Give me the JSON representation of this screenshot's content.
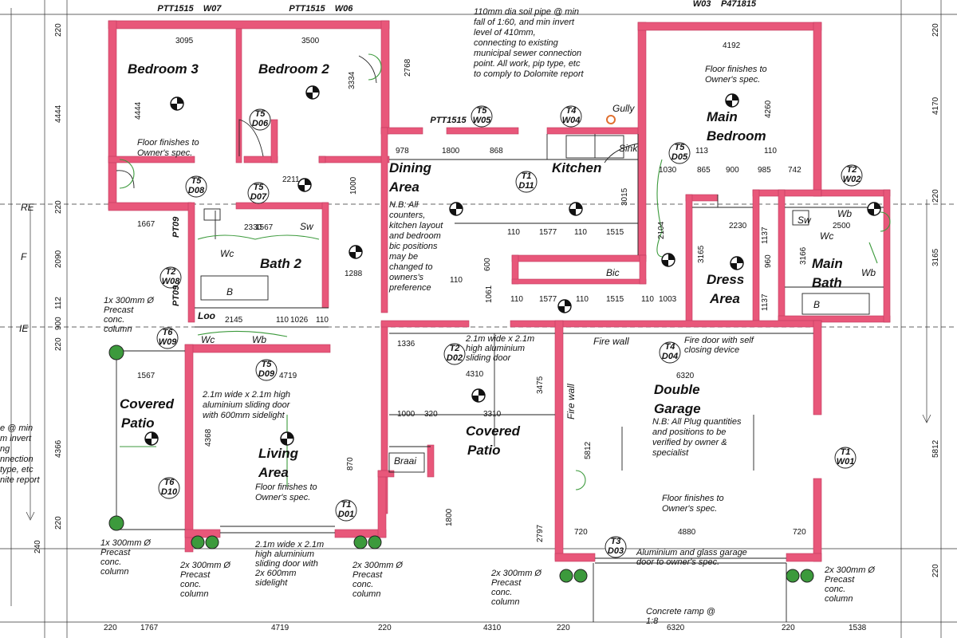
{
  "rooms": {
    "bedroom3": "Bedroom 3",
    "bedroom2": "Bedroom 2",
    "dining1": "Dining",
    "dining2": "Area",
    "kitchen": "Kitchen",
    "mainbed1": "Main",
    "mainbed2": "Bedroom",
    "bath2": "Bath 2",
    "dress1": "Dress",
    "dress2": "Area",
    "mainbath1": "Main",
    "mainbath2": "Bath",
    "covpatioL1": "Covered",
    "covpatioL2": "Patio",
    "living1": "Living",
    "living2": "Area",
    "covpatioC1": "Covered",
    "covpatioC2": "Patio",
    "garage1": "Double",
    "garage2": "Garage"
  },
  "notes": {
    "soil_pipe": [
      "110mm dia soil pipe @ min",
      "fall of 1:60, and min invert",
      "level of 410mm,",
      "connecting to existing",
      "municipal sewer connection",
      "point. All work, pip type, etc",
      "to comply to Dolomite report"
    ],
    "floor_bed3": [
      "Floor finishes to",
      "Owner's spec."
    ],
    "floor_mainbed": [
      "Floor finishes to",
      "Owner's spec."
    ],
    "dining_nb": [
      "N.B: All",
      "counters,",
      "kitchen layout",
      "and bedroom",
      "bic positions",
      "may be",
      "changed to",
      "owners's",
      "preference"
    ],
    "patio_door": [
      "2.1m wide x 2.1m",
      "high aluminium",
      "sliding door"
    ],
    "living_door": [
      "2.1m wide x 2.1m high",
      "aluminium sliding door",
      "with 600mm sidelight"
    ],
    "floor_living": [
      "Floor finishes to",
      "Owner's spec."
    ],
    "fire_door": [
      "Fire door with self",
      "closing device"
    ],
    "garage_nb": [
      "N.B: All Plug quantities",
      "and positions to be",
      "verified by owner &",
      "specialist"
    ],
    "floor_garage": [
      "Floor finishes to",
      "Owner's spec."
    ],
    "garage_door": [
      "Aluminium and glass garage",
      "door to owner's spec."
    ],
    "bottom_door": [
      "2.1m wide x 2.1m",
      "high aluminium",
      "sliding door with",
      "2x 600mm",
      "sidelight"
    ],
    "col_left": [
      "1x 300mm Ø",
      "Precast",
      "conc.",
      "column"
    ],
    "col_mid_left": [
      "2x 300mm Ø",
      "Precast",
      "conc.",
      "column"
    ],
    "col_mid": [
      "2x 300mm Ø",
      "Precast",
      "conc.",
      "column"
    ],
    "col_garage_l": [
      "2x 300mm Ø",
      "Precast",
      "conc.",
      "column"
    ],
    "col_garage_r": [
      "2x 300mm Ø",
      "Precast",
      "conc.",
      "column"
    ],
    "col_upper_left": [
      "1x 300mm Ø",
      "Precast",
      "conc.",
      "column"
    ],
    "ramp": [
      "Concrete ramp @",
      "1:8"
    ],
    "left_margin": [
      "e @ min",
      "m invert",
      "ng",
      "nnection",
      "type, etc",
      "nite report"
    ]
  },
  "labels": {
    "gully": "Gully",
    "sink": "Sink",
    "bic": "Bic",
    "braai": "Braai",
    "loo": "Loo",
    "fire_wall_1": "Fire wall",
    "fire_wall_2": "Fire wall",
    "sw1": "Sw",
    "sw2": "Sw",
    "wc1": "Wc",
    "wc2": "Wc",
    "wc3": "Wc",
    "wb1": "Wb",
    "wb2": "Wb",
    "wb3": "Wb",
    "b1": "B",
    "b2": "B",
    "re": "RE",
    "ie": "IE",
    "f_left": "F"
  },
  "tags": [
    {
      "code": "PTT1515",
      "sub": "W07"
    },
    {
      "code": "PTT1515",
      "sub": "W06"
    },
    {
      "code": "W03",
      "sub": "P471815"
    },
    {
      "code": "T5",
      "sub": "D06"
    },
    {
      "code": "T5",
      "sub": "W05"
    },
    {
      "code": "T4",
      "sub": "W04"
    },
    {
      "code": "PTT1515",
      "sub": ""
    },
    {
      "code": "T5",
      "sub": "D05"
    },
    {
      "code": "T2",
      "sub": "W02"
    },
    {
      "code": "T1",
      "sub": "D11"
    },
    {
      "code": "T5",
      "sub": "D08"
    },
    {
      "code": "T5",
      "sub": "D07"
    },
    {
      "code": "T2",
      "sub": "W08"
    },
    {
      "code": "T6",
      "sub": "W09"
    },
    {
      "code": "T5",
      "sub": "D09"
    },
    {
      "code": "T2",
      "sub": "D02"
    },
    {
      "code": "T4",
      "sub": "D04"
    },
    {
      "code": "T6",
      "sub": "D10"
    },
    {
      "code": "T1",
      "sub": "D01"
    },
    {
      "code": "T1",
      "sub": "W01"
    },
    {
      "code": "T3",
      "sub": "D03"
    },
    {
      "code": "PT09",
      "sub": ""
    },
    {
      "code": "PT09",
      "sub": ""
    }
  ],
  "dims": {
    "top_3095": "3095",
    "top_3500": "3500",
    "top_4192": "4192",
    "v_4444": "4444",
    "v_3334": "3334",
    "v_2768": "2768",
    "v_4260": "4260",
    "d_978": "978",
    "d_1800": "1800",
    "d_868": "868",
    "d_113a": "113",
    "d_110a": "110",
    "d_865": "865",
    "d_900": "900",
    "d_985": "985",
    "d_742": "742",
    "d_1030": "1030",
    "d_2211": "2211",
    "d_1000v": "1000",
    "d_3015": "3015",
    "d_1667": "1667",
    "d_1567a": "1567",
    "d_2330": "2330",
    "d_110b": "110",
    "d_1577a": "1577",
    "d_110c": "110",
    "d_1515a": "1515",
    "d_600": "600",
    "d_110d": "110",
    "d_1288": "1288",
    "d_1061": "1061",
    "d_110e": "110",
    "d_1577b": "1577",
    "d_110f": "110",
    "d_1515b": "1515",
    "d_110g": "110",
    "d_1003": "1003",
    "d_2104": "2104",
    "d_3165a": "3165",
    "d_2230": "2230",
    "d_2500": "2500",
    "d_3166": "3166",
    "d_1137a": "1137",
    "d_1137b": "1137",
    "d_960": "960",
    "d_1336": "1336",
    "d_4310a": "4310",
    "d_3310": "3310",
    "d_1000h": "1000",
    "d_320": "320",
    "d_3475": "3475",
    "d_1567b": "1567",
    "d_4719a": "4719",
    "d_4368": "4368",
    "d_870": "870",
    "d_1100a": "110",
    "d_1026": "1026",
    "d_110h": "110",
    "d_2145": "2145",
    "d_6320a": "6320",
    "d_5812a": "5812",
    "d_2797": "2797",
    "d_1800b": "1800",
    "d_720a": "720",
    "d_4880": "4880",
    "d_720b": "720",
    "b_220a": "220",
    "b_1767": "1767",
    "b_4719": "4719",
    "b_220b": "220",
    "b_4310": "4310",
    "b_220c": "220",
    "b_6320": "6320",
    "b_220d": "220",
    "b_1538": "1538",
    "r_4170": "4170",
    "r_3165": "3165",
    "r_5812": "5812",
    "r_220a": "220",
    "r_220b": "220",
    "r_220c": "220",
    "l_220a": "220",
    "l_4444": "4444",
    "l_220b": "220",
    "l_2090": "2090",
    "l_112": "112",
    "l_900": "900",
    "l_220c": "220",
    "l_4366": "4366",
    "l_220d": "220",
    "l_240": "240"
  },
  "colors": {
    "wall": "#e8577a",
    "column": "#3c9a3c",
    "line": "#222222"
  }
}
